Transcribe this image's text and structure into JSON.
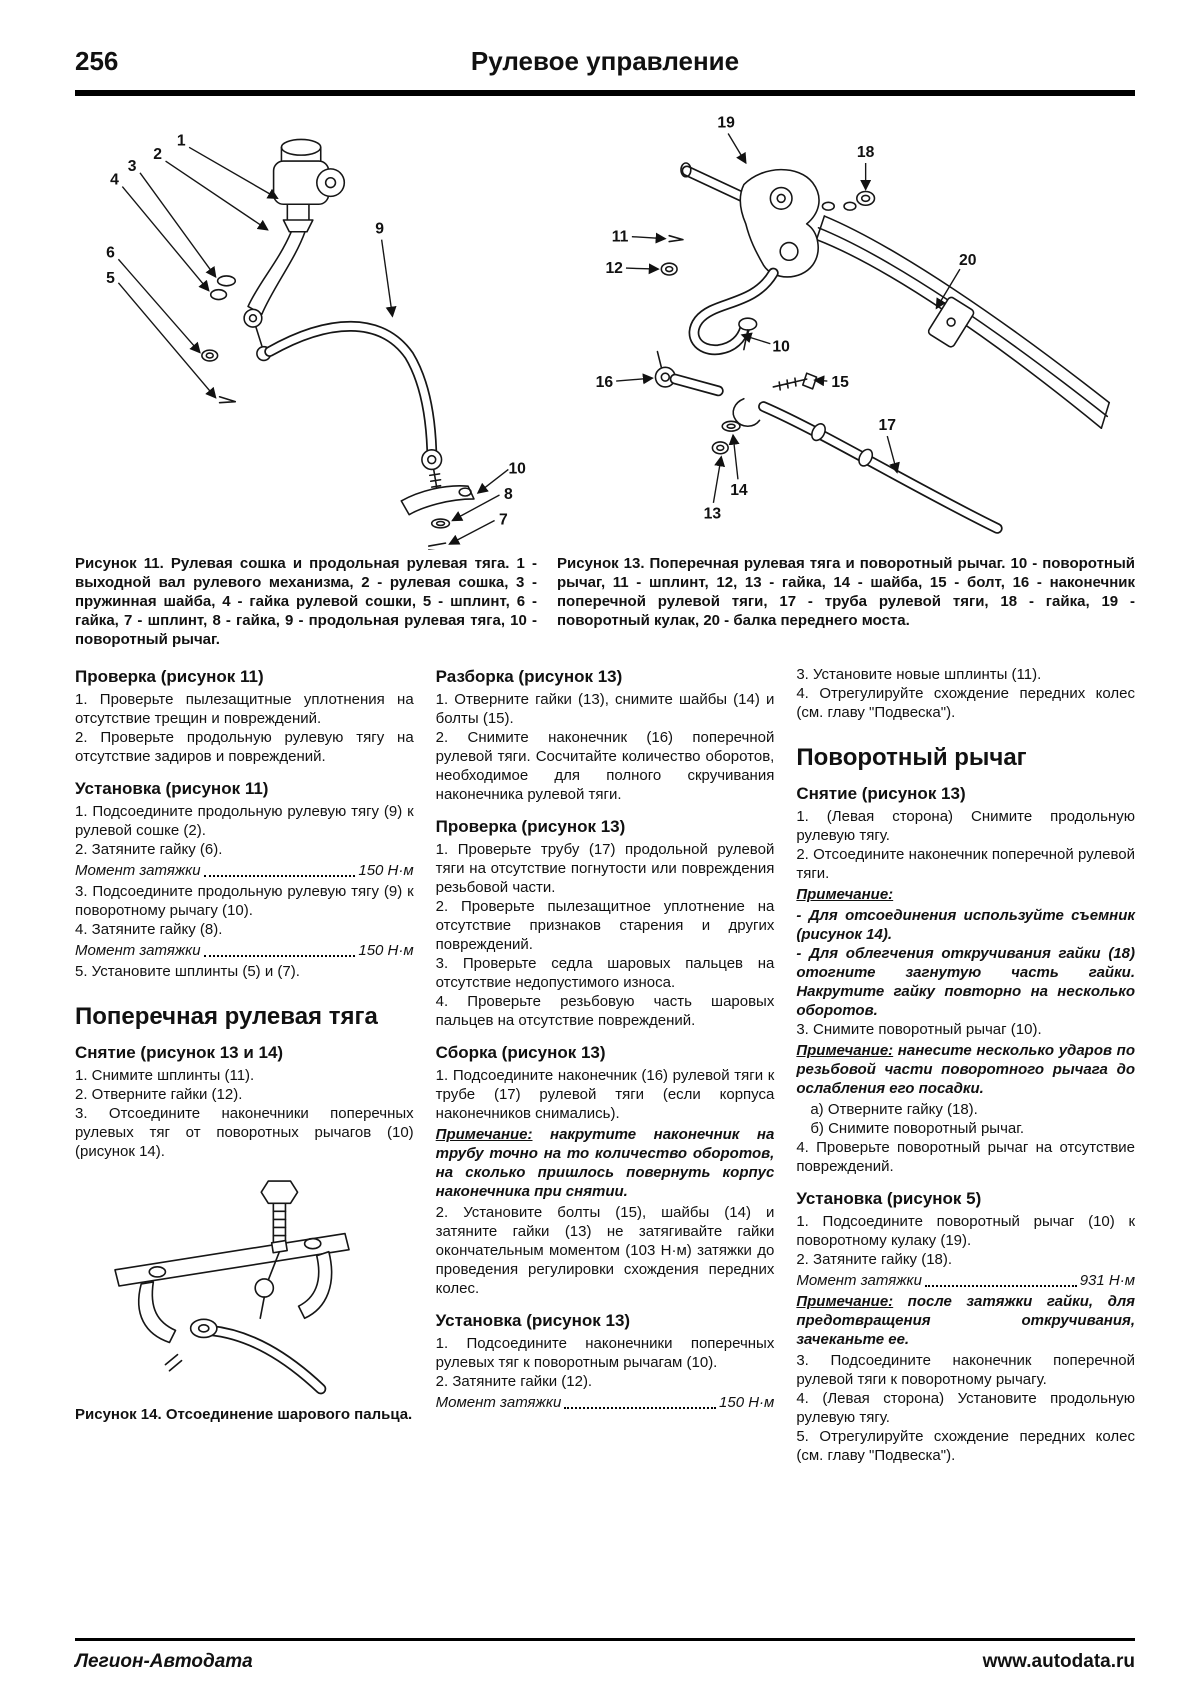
{
  "page": {
    "number": "256",
    "title": "Рулевое управление",
    "footer_left": "Легион-Автодата",
    "footer_right": "www.autodata.ru"
  },
  "figures": {
    "fig11": {
      "caption": "Рисунок 11. Рулевая сошка и продольная рулевая тяга. 1 - выходной вал рулевого механизма, 2 - рулевая сошка, 3 - пружинная шайба, 4 - гайка рулевой сошки, 5 - шплинт, 6 - гайка, 7 - шплинт, 8 - гайка, 9 - продольная рулевая тяга, 10 - поворотный рычаг.",
      "callouts": [
        "1",
        "2",
        "3",
        "4",
        "6",
        "5",
        "9",
        "10",
        "8",
        "7"
      ]
    },
    "fig13": {
      "caption": "Рисунок 13. Поперечная рулевая тяга и поворотный рычаг. 10 - поворотный рычаг, 11 - шплинт, 12, 13 - гайка, 14 - шайба, 15 - болт, 16 - наконечник поперечной рулевой тяги, 17 - труба рулевой тяги, 18 - гайка, 19 - поворотный кулак, 20 - балка переднего моста.",
      "callouts": [
        "19",
        "18",
        "11",
        "12",
        "10",
        "20",
        "16",
        "15",
        "17",
        "14",
        "13"
      ]
    }
  },
  "columns": [
    {
      "blocks": [
        {
          "type": "h3",
          "text": "Проверка (рисунок 11)"
        },
        {
          "type": "p",
          "text": "1. Проверьте пылезащитные уплотнения на отсутствие трещин и повреждений."
        },
        {
          "type": "p",
          "text": "2. Проверьте продольную рулевую тягу на отсутствие задиров и повреждений."
        },
        {
          "type": "h3",
          "text": "Установка (рисунок 11)"
        },
        {
          "type": "p",
          "text": "1. Подсоедините продольную рулевую тягу (9) к рулевой сошке (2)."
        },
        {
          "type": "p",
          "text": "2. Затяните гайку (6)."
        },
        {
          "type": "torque",
          "label": "Момент затяжки",
          "value": "150 Н·м"
        },
        {
          "type": "p",
          "text": "3. Подсоедините продольную рулевую тягу (9) к поворотному рычагу (10)."
        },
        {
          "type": "p",
          "text": "4. Затяните гайку (8)."
        },
        {
          "type": "torque",
          "label": "Момент затяжки",
          "value": "150 Н·м"
        },
        {
          "type": "p",
          "text": "5. Установите шплинты (5) и (7)."
        },
        {
          "type": "h2",
          "text": "Поперечная рулевая тяга"
        },
        {
          "type": "h3",
          "text": "Снятие (рисунок 13 и 14)"
        },
        {
          "type": "p",
          "text": "1. Снимите шплинты (11)."
        },
        {
          "type": "p",
          "text": "2. Отверните гайки (12)."
        },
        {
          "type": "p",
          "text": "3. Отсоедините наконечники поперечных рулевых тяг от поворотных рычагов (10) (рисунок 14)."
        },
        {
          "type": "figure",
          "ref": "fig14"
        },
        {
          "type": "caption",
          "text": "Рисунок 14. Отсоединение шарового пальца."
        }
      ]
    },
    {
      "blocks": [
        {
          "type": "h3",
          "text": "Разборка (рисунок 13)"
        },
        {
          "type": "p",
          "text": "1. Отверните гайки (13), снимите шайбы (14) и болты (15)."
        },
        {
          "type": "p",
          "text": "2. Снимите наконечник (16) поперечной рулевой тяги. Сосчитайте количество оборотов, необходимое для полного скручивания наконечника рулевой тяги."
        },
        {
          "type": "h3",
          "text": "Проверка (рисунок 13)"
        },
        {
          "type": "p",
          "text": "1. Проверьте трубу (17) продольной рулевой тяги на отсутствие погнутости или повреждения резьбовой части."
        },
        {
          "type": "p",
          "text": "2. Проверьте пылезащитное уплотнение на отсутствие признаков старения и других повреждений."
        },
        {
          "type": "p",
          "text": "3. Проверьте седла шаровых пальцев на отсутствие недопустимого износа."
        },
        {
          "type": "p",
          "text": "4. Проверьте резьбовую часть шаровых пальцев на отсутствие повреждений."
        },
        {
          "type": "h3",
          "text": "Сборка (рисунок 13)"
        },
        {
          "type": "p",
          "text": "1. Подсоедините наконечник (16) рулевой тяги к трубе (17) рулевой тяги (если корпуса наконечников снимались)."
        },
        {
          "type": "note",
          "prefix": "Примечание:",
          "text": "накрутите наконечник на трубу точно на то количество оборотов, на сколько пришлось повернуть корпус наконечника при снятии."
        },
        {
          "type": "p",
          "text": "2. Установите болты (15), шайбы (14) и затяните гайки (13) не затягивайте гайки окончательным моментом (103 Н·м) затяжки до проведения регулировки схождения передних колес."
        },
        {
          "type": "h3",
          "text": "Установка (рисунок 13)"
        },
        {
          "type": "p",
          "text": "1. Подсоедините наконечники поперечных рулевых тяг к поворотным рычагам (10)."
        },
        {
          "type": "p",
          "text": "2. Затяните гайки (12)."
        },
        {
          "type": "torque",
          "label": "Момент затяжки",
          "value": "150 Н·м"
        }
      ]
    },
    {
      "blocks": [
        {
          "type": "p",
          "text": "3. Установите новые шплинты (11)."
        },
        {
          "type": "p",
          "text": "4. Отрегулируйте схождение передних колес (см. главу \"Подвеска\")."
        },
        {
          "type": "h2",
          "text": "Поворотный рычаг"
        },
        {
          "type": "h3",
          "text": "Снятие (рисунок 13)"
        },
        {
          "type": "p",
          "text": "1. (Левая сторона) Снимите продольную рулевую тягу."
        },
        {
          "type": "p",
          "text": "2. Отсоедините наконечник поперечной рулевой тяги."
        },
        {
          "type": "note-head",
          "text": "Примечание:"
        },
        {
          "type": "note-item",
          "text": "- Для отсоединения используйте съемник (рисунок 14)."
        },
        {
          "type": "note-item",
          "text": "- Для облегчения откручивания гайки (18) отогните загнутую часть гайки. Накрутите гайку повторно на несколько оборотов."
        },
        {
          "type": "p",
          "text": "3. Снимите поворотный рычаг (10)."
        },
        {
          "type": "note",
          "prefix": "Примечание:",
          "text": "нанесите несколько ударов по резьбовой части поворотного рычага до ослабления его посадки."
        },
        {
          "type": "p",
          "indent": true,
          "text": "а) Отверните гайку (18)."
        },
        {
          "type": "p",
          "indent": true,
          "text": "б) Снимите поворотный рычаг."
        },
        {
          "type": "p",
          "text": "4. Проверьте поворотный рычаг на отсутствие повреждений."
        },
        {
          "type": "h3",
          "text": "Установка (рисунок 5)"
        },
        {
          "type": "p",
          "text": "1. Подсоедините поворотный рычаг (10) к поворотному кулаку (19)."
        },
        {
          "type": "p",
          "text": "2. Затяните гайку (18)."
        },
        {
          "type": "torque",
          "label": "Момент затяжки",
          "value": "931 Н·м"
        },
        {
          "type": "note",
          "prefix": "Примечание:",
          "text": "после затяжки гайки, для предотвращения откручивания, зачеканьте ее."
        },
        {
          "type": "p",
          "text": "3. Подсоедините наконечник поперечной рулевой тяги к поворотному рычагу."
        },
        {
          "type": "p",
          "text": "4. (Левая сторона) Установите продольную рулевую тягу."
        },
        {
          "type": "p",
          "text": "5. Отрегулируйте схождение передних колес (см. главу \"Подвеска\")."
        }
      ]
    }
  ]
}
